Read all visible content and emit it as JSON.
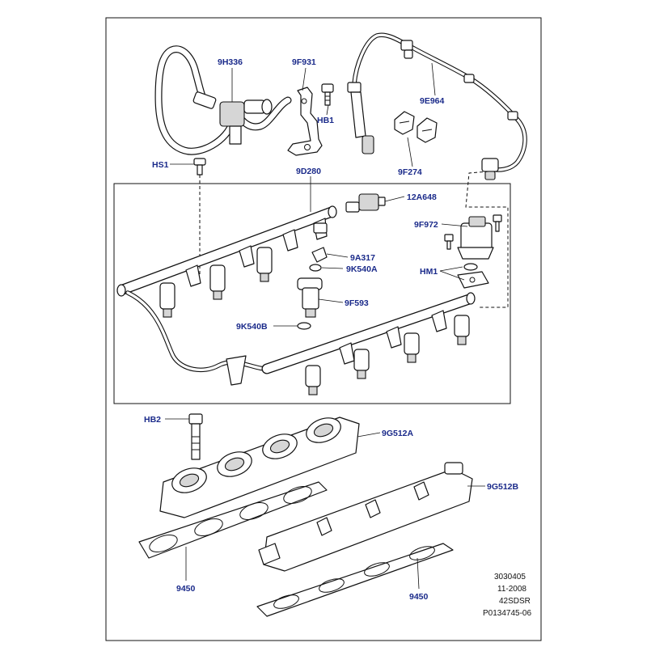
{
  "labels": {
    "hose_purge": "9H336",
    "bracket": "9F931",
    "bolt_hb1": "HB1",
    "pipe_feed": "9E964",
    "clip": "9F274",
    "screw_hs1": "HS1",
    "fuel_rail": "9D280",
    "sensor": "12A648",
    "damper": "9F972",
    "clip_rail": "9A317",
    "seal_upper": "9K540A",
    "bolt_hm1": "HM1",
    "injector": "9F593",
    "seal_lower": "9K540B",
    "bolt_hb2": "HB2",
    "manifold_a": "9G512A",
    "manifold_b": "9G512B",
    "gasket_left": "9450",
    "gasket_right": "9450"
  },
  "stamp": {
    "line1": "3030405",
    "line2": "11-2008",
    "line3": "42SDSR",
    "line4": "P0134745-06"
  }
}
